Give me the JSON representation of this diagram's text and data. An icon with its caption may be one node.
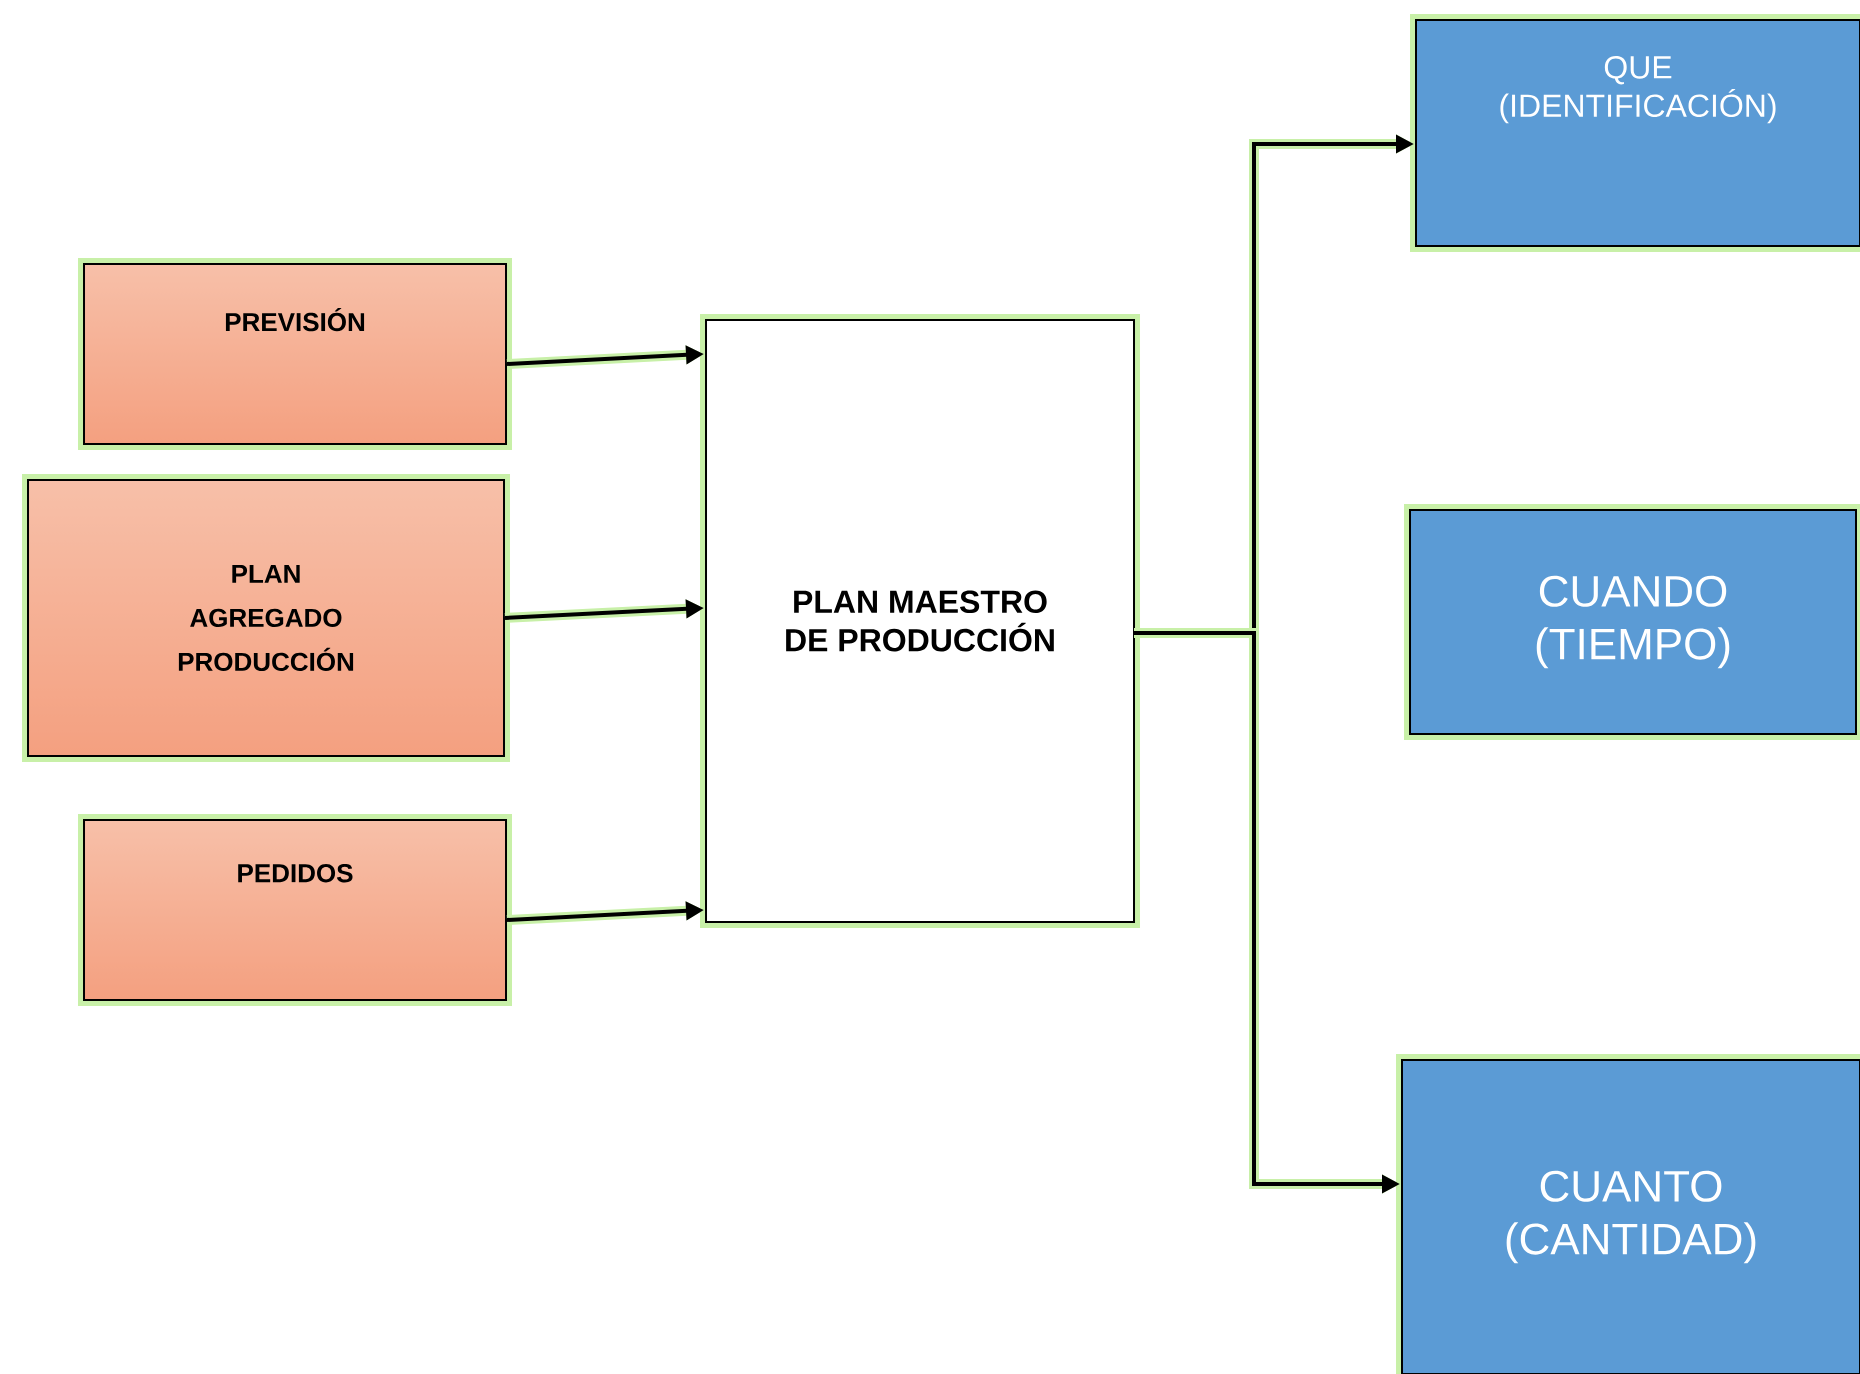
{
  "diagram": {
    "nodes": [
      {
        "text": [
          "PREVISIÓN"
        ]
      },
      {
        "text": [
          "PLAN AGREGADO PRODUCCIÓN"
        ]
      },
      {
        "text": [
          "PEDIDOS"
        ]
      },
      {
        "text": [
          "PLAN MAESTRO DE PRODUCCIÓN"
        ]
      },
      {
        "text": [
          "QUE (IDENTIFICACIÓN)"
        ]
      },
      {
        "text": [
          "CUANDO (TIEMPO)"
        ]
      },
      {
        "text": [
          "CUANTO (CANTIDAD)"
        ]
      }
    ],
    "edges": [
      {
        "from": 0,
        "to": 3,
        "arrow": "to"
      },
      {
        "from": 1,
        "to": 3,
        "arrow": "to"
      },
      {
        "from": 2,
        "to": 3,
        "arrow": "to"
      },
      {
        "from": 3,
        "to": 4,
        "arrow": "to"
      },
      {
        "from": 3,
        "to": 6,
        "arrow": "to"
      }
    ]
  }
}
